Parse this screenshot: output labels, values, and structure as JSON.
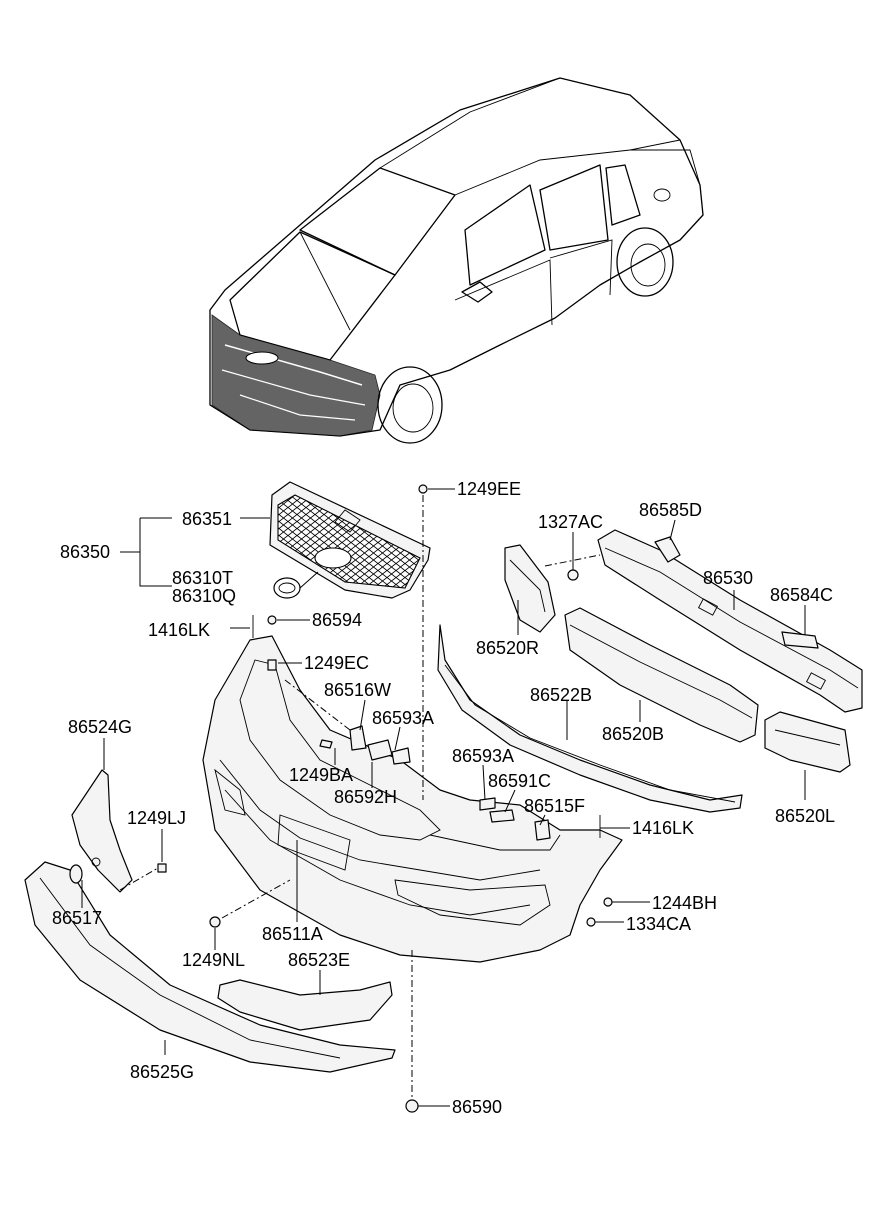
{
  "labels": {
    "p1249EE": "1249EE",
    "p1327AC": "1327AC",
    "p86585D": "86585D",
    "p86351": "86351",
    "p86350": "86350",
    "p86310T": "86310T",
    "p86310Q": "86310Q",
    "p86530": "86530",
    "p86584C": "86584C",
    "p86594": "86594",
    "p1416LK_left": "1416LK",
    "p86520R": "86520R",
    "p1249EC": "1249EC",
    "p86516W": "86516W",
    "p86522B": "86522B",
    "p86593A_upper": "86593A",
    "p86524G": "86524G",
    "p86520B": "86520B",
    "p1249BA": "1249BA",
    "p86593A_lower": "86593A",
    "p86592H": "86592H",
    "p86591C": "86591C",
    "p86520L": "86520L",
    "p1249LJ": "1249LJ",
    "p86515F": "86515F",
    "p1416LK_right": "1416LK",
    "p86517": "86517",
    "p1244BH": "1244BH",
    "p86511A": "86511A",
    "p1334CA": "1334CA",
    "p1249NL": "1249NL",
    "p86523E": "86523E",
    "p86525G": "86525G",
    "p86590": "86590"
  }
}
